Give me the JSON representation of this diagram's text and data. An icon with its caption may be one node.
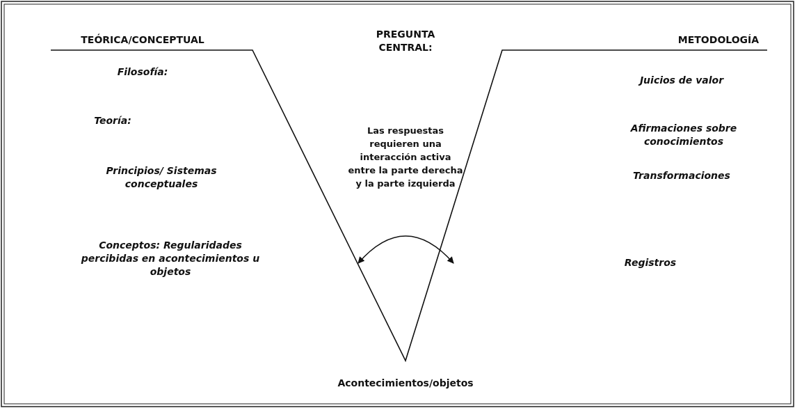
{
  "diagram": {
    "labels": [
      "TEÓRICA/CONCEPTUAL",
      "PREGUNTA CENTRAL:",
      "METODOLOGÍA",
      "Filosofía:",
      "Juicios de valor",
      "Las respuestas requieren una interacción activa entre la parte derecha y la parte izquierda",
      "Teoría:",
      "Afirmaciones sobre conocimientos",
      "Principios/ Sistemas conceptuales",
      "Transformaciones",
      "Conceptos: Regularidades percibidas en acontecimientos u objetos",
      "Registros",
      "Acontecimientos/objetos"
    ]
  }
}
